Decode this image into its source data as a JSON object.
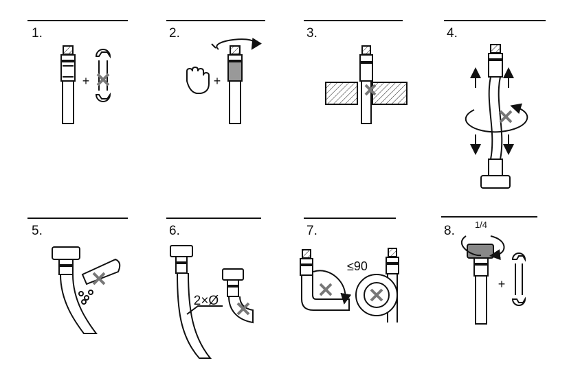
{
  "steps": [
    {
      "number": "1."
    },
    {
      "number": "2."
    },
    {
      "number": "3."
    },
    {
      "number": "4."
    },
    {
      "number": "5."
    },
    {
      "number": "6."
    },
    {
      "number": "7."
    },
    {
      "number": "8."
    }
  ],
  "annotations": {
    "double_diameter": "2×Ø",
    "max_angle": "≤90",
    "quarter_turn": "1/4",
    "plus": "+"
  },
  "colors": {
    "line": "#111111",
    "cross": "#777777",
    "fitting_gray": "#888888"
  }
}
